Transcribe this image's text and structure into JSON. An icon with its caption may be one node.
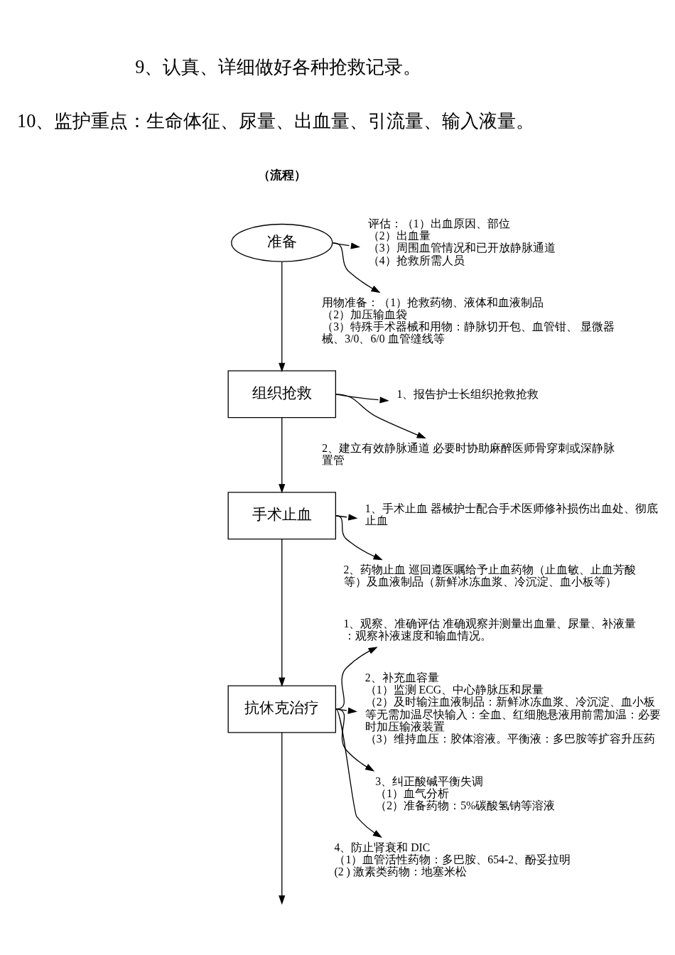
{
  "diagram": {
    "nodes": [
      {
        "text": [
          "准备"
        ]
      },
      {
        "text": [
          "评估：（1）出血原因、部位",
          "（2）出血量",
          "（3）周围血管情况和已开放静脉通道",
          "（4）抢救所需人员"
        ]
      },
      {
        "text": [
          "用物准备：（1）抢救药物、液体和血液制品",
          "（2）加压输血袋",
          "（3）特殊手术器械和用物：静脉切开包、血管钳、 显微器械、3/0、6/0 血管缝线等"
        ]
      },
      {
        "text": [
          "组织抢救"
        ]
      },
      {
        "text": [
          "1、报告护士长组织抢救抢救"
        ]
      },
      {
        "text": [
          "2、建立有效静脉通道 必要时协助麻醉医师骨穿刺或深静脉置管"
        ]
      },
      {
        "text": [
          "手术止血"
        ]
      },
      {
        "text": [
          "1、手术止血 器械护士配合手术医师修补损伤出血处、彻底止血"
        ]
      },
      {
        "text": [
          "2、药物止血 巡回遵医嘱给予止血药物（止血敏、止血芳酸等）及血液制品（新鲜冰冻血浆、冷沉淀、血小板等）"
        ]
      },
      {
        "text": [
          "抗休克治疗"
        ]
      },
      {
        "text": [
          "1、观察、准确评估 准确观察并测量出血量、尿量、补液量：观察补液速度和输血情况。"
        ]
      },
      {
        "text": [
          "2、补充血容量",
          "（1）监测 ECG、中心静脉压和尿量",
          "（2）及时输注血液制品：新鲜冰冻血浆、冷沉淀、血小板等无需加温尽快输入：全血、红细胞悬液用前需加温：必要时加压输液装置",
          "（3）维持血压：胶体溶液。平衡液：多巴胺等扩容升压药"
        ]
      },
      {
        "text": [
          "3、纠正酸碱平衡失调",
          "（1）血气分析",
          "（2）准备药物：5%碳酸氢钠等溶液"
        ]
      },
      {
        "text": [
          "4、防止肾衰和 DIC",
          "（1）血管活性药物：多巴胺、654-2、酚妥拉明",
          "(2 ) 激素类药物：地塞米松"
        ]
      }
    ],
    "edges": [
      {
        "from": 0,
        "to": 1,
        "arrow": "to"
      },
      {
        "from": 0,
        "to": 2,
        "arrow": "to"
      },
      {
        "from": 0,
        "to": 3,
        "arrow": "to"
      },
      {
        "from": 3,
        "to": 4,
        "arrow": "to"
      },
      {
        "from": 3,
        "to": 5,
        "arrow": "to"
      },
      {
        "from": 3,
        "to": 6,
        "arrow": "to"
      },
      {
        "from": 6,
        "to": 7,
        "arrow": "to"
      },
      {
        "from": 6,
        "to": 8,
        "arrow": "to"
      },
      {
        "from": 6,
        "to": 9,
        "arrow": "to"
      },
      {
        "from": 9,
        "to": 10,
        "arrow": "to"
      },
      {
        "from": 9,
        "to": 11,
        "arrow": "to"
      },
      {
        "from": 9,
        "to": 12,
        "arrow": "to"
      },
      {
        "from": 9,
        "to": 13,
        "arrow": "to"
      },
      {
        "from": 9,
        "to": null,
        "arrow": "to"
      }
    ],
    "labels": [
      "9、认真、详细做好各种抢救记录。",
      "10、监护重点：生命体征、尿量、出血量、引流量、输入液量。",
      "（流程）"
    ]
  }
}
